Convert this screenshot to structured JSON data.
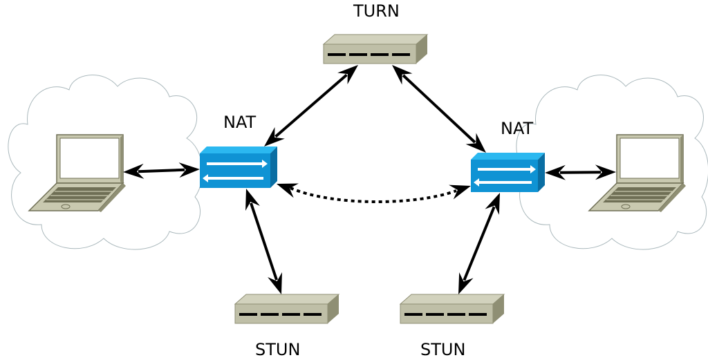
{
  "diagram": {
    "labels": {
      "turn": "TURN",
      "nat_left": "NAT",
      "nat_right": "NAT",
      "stun_left": "STUN",
      "stun_right": "STUN"
    },
    "colors": {
      "server_body": "#bfbfa7",
      "server_side": "#8f8f74",
      "server_top": "#d2d2bd",
      "nat_front": "#0f93d4",
      "nat_top": "#2bb8f0",
      "nat_side": "#0a6ea3",
      "laptop_body": "#c9c9b0",
      "laptop_dark": "#6f6f55",
      "cloud_stroke": "#aab8bc",
      "arrow": "#000000"
    },
    "nodes": [
      {
        "id": "turn",
        "kind": "server",
        "label_key": "turn"
      },
      {
        "id": "nat-left",
        "kind": "nat",
        "label_key": "nat_left"
      },
      {
        "id": "nat-right",
        "kind": "nat",
        "label_key": "nat_right"
      },
      {
        "id": "stun-left",
        "kind": "server",
        "label_key": "stun_left"
      },
      {
        "id": "stun-right",
        "kind": "server",
        "label_key": "stun_right"
      },
      {
        "id": "laptop-left",
        "kind": "laptop"
      },
      {
        "id": "laptop-right",
        "kind": "laptop"
      },
      {
        "id": "cloud-left",
        "kind": "cloud"
      },
      {
        "id": "cloud-right",
        "kind": "cloud"
      }
    ],
    "edges": [
      {
        "from": "laptop-left",
        "to": "nat-left",
        "style": "solid",
        "bidirectional": true
      },
      {
        "from": "nat-left",
        "to": "turn",
        "style": "solid",
        "bidirectional": true
      },
      {
        "from": "turn",
        "to": "nat-right",
        "style": "solid",
        "bidirectional": true
      },
      {
        "from": "nat-right",
        "to": "laptop-right",
        "style": "solid",
        "bidirectional": true
      },
      {
        "from": "nat-left",
        "to": "stun-left",
        "style": "solid",
        "bidirectional": true
      },
      {
        "from": "nat-right",
        "to": "stun-right",
        "style": "solid",
        "bidirectional": true
      },
      {
        "from": "nat-left",
        "to": "nat-right",
        "style": "dotted",
        "bidirectional": true
      }
    ]
  }
}
